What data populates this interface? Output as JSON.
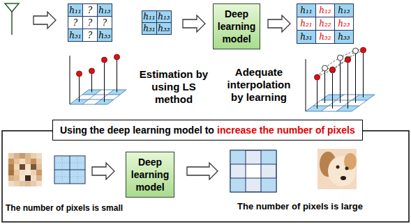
{
  "diagram": {
    "nodes": [
      {
        "text": [
          "Deep learning model"
        ]
      },
      {
        "text": [
          "Using the deep learning model to",
          "increase the number of pixels"
        ]
      },
      {
        "text": [
          "Deep learning model"
        ]
      }
    ],
    "labels": [
      "h₁₁",
      "?",
      "h₁₃",
      "?",
      "?",
      "?",
      "h₃₁",
      "?",
      "h₃₃",
      "h₁₁",
      "h₁₃",
      "h₃₁",
      "h₃₃",
      "h₁₁",
      "h₁₂",
      "h₁₃",
      "h₂₁",
      "h₂₂",
      "h₂₃",
      "h₃₁",
      "h₃₂",
      "h₃₃",
      "Estimation by using LS method",
      "Adequate interpolation by learning",
      "The number of pixels is small",
      "The number of pixels is large"
    ]
  }
}
